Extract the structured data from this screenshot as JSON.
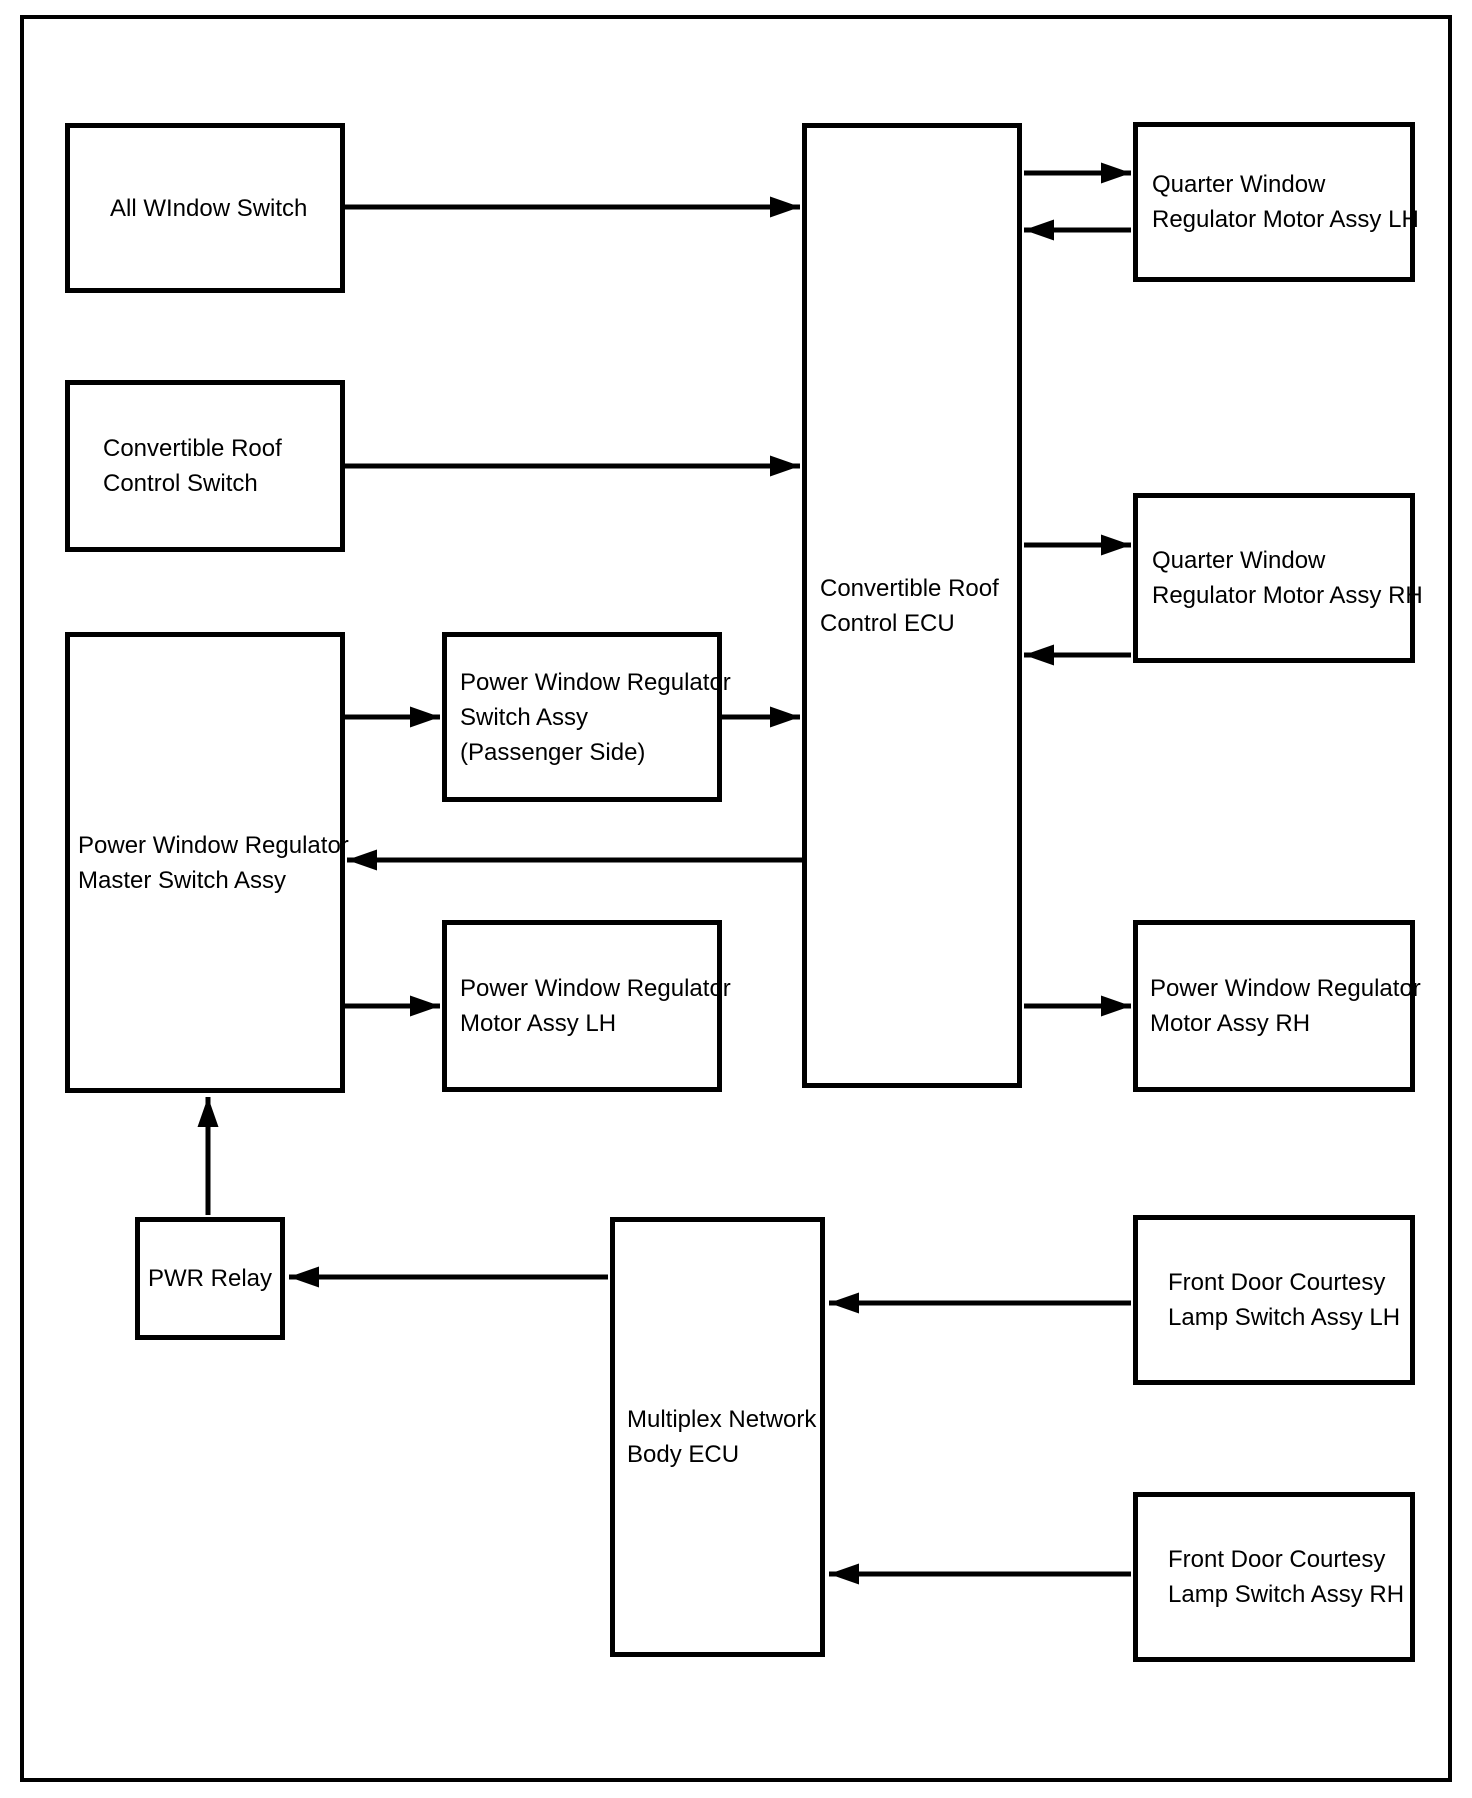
{
  "colors": {
    "line": "#000000",
    "background": "#ffffff"
  },
  "boxes": {
    "all_window_switch": {
      "lines": [
        "All WIndow Switch"
      ]
    },
    "convertible_roof_control_switch": {
      "lines": [
        "Convertible Roof",
        "Control Switch"
      ]
    },
    "master_switch": {
      "lines": [
        "Power Window Regulator",
        "Master Switch Assy"
      ]
    },
    "passenger_switch": {
      "lines": [
        "Power Window Regulator",
        "Switch Assy",
        "(Passenger Side)"
      ]
    },
    "motor_lh": {
      "lines": [
        "Power Window Regulator",
        "Motor Assy LH"
      ]
    },
    "convertible_roof_control_ecu": {
      "lines": [
        "Convertible Roof",
        "Control ECU"
      ]
    },
    "quarter_window_motor_lh": {
      "lines": [
        "Quarter Window",
        "Regulator Motor Assy LH"
      ]
    },
    "quarter_window_motor_rh": {
      "lines": [
        "Quarter Window",
        "Regulator Motor Assy RH"
      ]
    },
    "motor_rh": {
      "lines": [
        "Power Window Regulator",
        "Motor Assy RH"
      ]
    },
    "pwr_relay": {
      "lines": [
        "PWR Relay"
      ]
    },
    "multiplex_body_ecu": {
      "lines": [
        "Multiplex Network",
        "Body ECU"
      ]
    },
    "front_door_lamp_lh": {
      "lines": [
        "Front Door Courtesy",
        "Lamp Switch Assy LH"
      ]
    },
    "front_door_lamp_rh": {
      "lines": [
        "Front Door Courtesy",
        "Lamp Switch Assy RH"
      ]
    }
  },
  "connectors": [
    {
      "from": "all_window_switch",
      "to": "convertible_roof_control_ecu"
    },
    {
      "from": "convertible_roof_control_switch",
      "to": "convertible_roof_control_ecu"
    },
    {
      "from": "master_switch",
      "to": "passenger_switch"
    },
    {
      "from": "passenger_switch",
      "to": "convertible_roof_control_ecu"
    },
    {
      "from": "convertible_roof_control_ecu",
      "to": "master_switch"
    },
    {
      "from": "master_switch",
      "to": "motor_lh"
    },
    {
      "from": "convertible_roof_control_ecu",
      "to": "quarter_window_motor_lh"
    },
    {
      "from": "quarter_window_motor_lh",
      "to": "convertible_roof_control_ecu"
    },
    {
      "from": "convertible_roof_control_ecu",
      "to": "quarter_window_motor_rh"
    },
    {
      "from": "quarter_window_motor_rh",
      "to": "convertible_roof_control_ecu"
    },
    {
      "from": "convertible_roof_control_ecu",
      "to": "motor_rh"
    },
    {
      "from": "pwr_relay",
      "to": "master_switch"
    },
    {
      "from": "multiplex_body_ecu",
      "to": "pwr_relay"
    },
    {
      "from": "front_door_lamp_lh",
      "to": "multiplex_body_ecu"
    },
    {
      "from": "front_door_lamp_rh",
      "to": "multiplex_body_ecu"
    }
  ]
}
